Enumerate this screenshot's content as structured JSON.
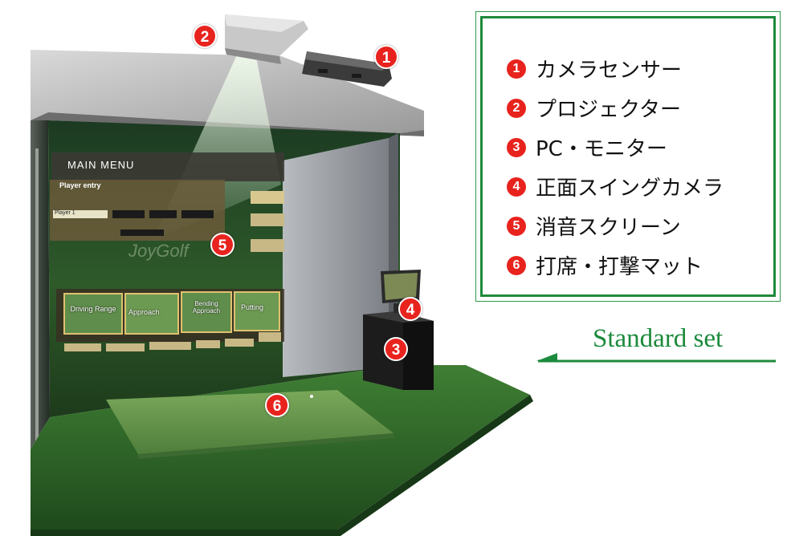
{
  "legend": {
    "items": [
      {
        "num": "1",
        "label": "カメラセンサー"
      },
      {
        "num": "2",
        "label": "プロジェクター"
      },
      {
        "num": "3",
        "label": "PC・モニター"
      },
      {
        "num": "4",
        "label": "正面スイングカメラ"
      },
      {
        "num": "5",
        "label": "消音スクリーン"
      },
      {
        "num": "6",
        "label": "打席・打撃マット"
      }
    ]
  },
  "caption": "Standard set",
  "markers": {
    "m1": "1",
    "m2": "2",
    "m3": "3",
    "m4": "4",
    "m5": "5",
    "m6": "6"
  },
  "screen": {
    "menu_title": "MAIN MENU",
    "player_entry": "Player entry",
    "player_name": "Player 1",
    "buttons": [
      "Driving Range",
      "Approach",
      "Bending Approach",
      "Putting"
    ],
    "logo": "JoyGolf"
  },
  "colors": {
    "accent_red": "#e8231e",
    "legend_green": "#1f8a3a",
    "caption_green": "#1c8a3c",
    "turf": "#2f6a2a"
  }
}
